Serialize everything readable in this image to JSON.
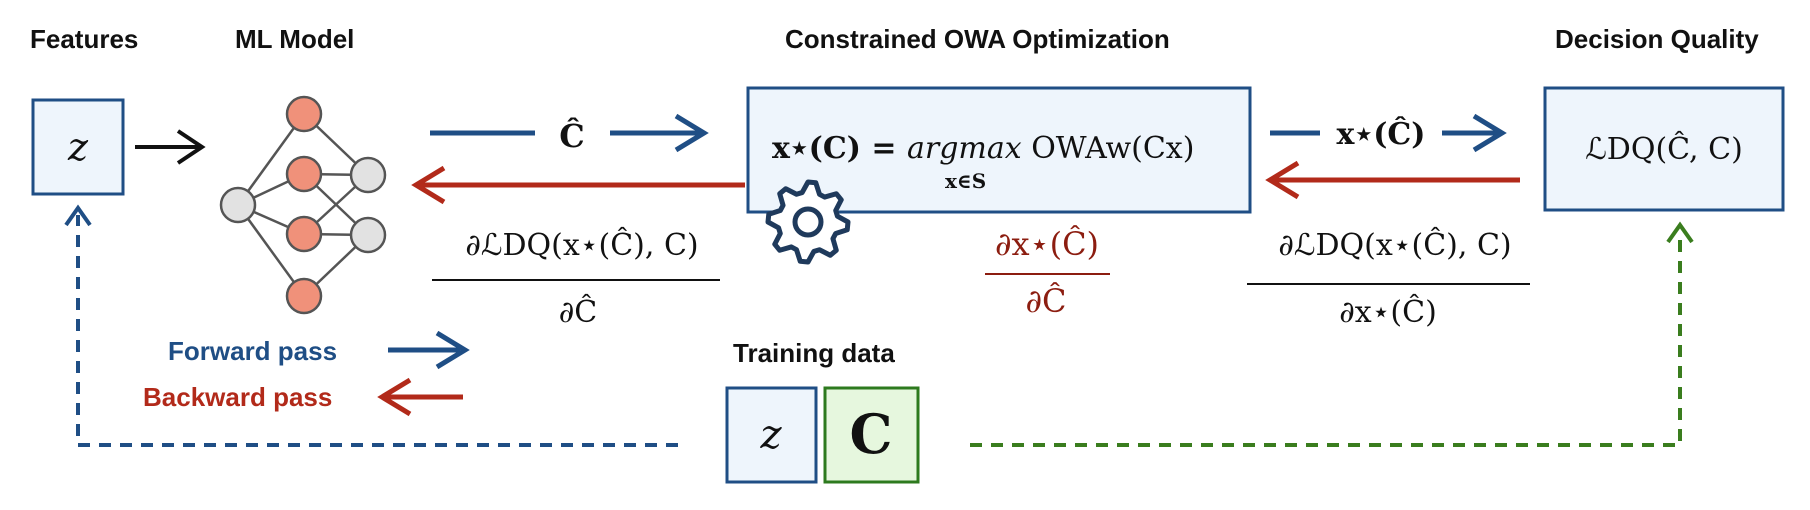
{
  "headers": {
    "features": "Features",
    "ml_model": "ML Model",
    "optimization": "Constrained OWA Optimization",
    "decision_quality": "Decision Quality",
    "training_data": "Training data"
  },
  "legend": {
    "forward": "Forward pass",
    "backward": "Backward pass"
  },
  "math": {
    "feature_var": "z",
    "c_hat": "Ĉ",
    "opt_formula_left": "x⋆(C) = ",
    "opt_formula_arg": "argmax",
    "opt_formula_right": " OWAw(Cx)",
    "opt_formula_sub": "x∈S",
    "fwd_output": "x⋆(Ĉ)",
    "dq_loss": "ℒDQ(Ĉ, C)",
    "grad_left_num": "∂ℒDQ(x⋆(Ĉ), C)",
    "grad_left_den": "∂Ĉ",
    "grad_mid_num": "∂x⋆(Ĉ)",
    "grad_mid_den": "∂Ĉ",
    "grad_right_num": "∂ℒDQ(x⋆(Ĉ), C)",
    "grad_right_den": "∂x⋆(Ĉ)",
    "train_z": "z",
    "train_c": "C"
  },
  "icons": {
    "gear": "gear-icon",
    "network": "neural-network-icon"
  },
  "colors": {
    "forward": "#1f4e85",
    "backward": "#b22a1a",
    "box_stroke": "#1f4e85",
    "box_fill": "#eef5fc",
    "green_stroke": "#2d7a1e",
    "green_fill": "#e6f7de",
    "neuron_output": "#f0917a",
    "neuron_gray": "#e2e2e2",
    "dashed_green": "#3a7d1e"
  }
}
